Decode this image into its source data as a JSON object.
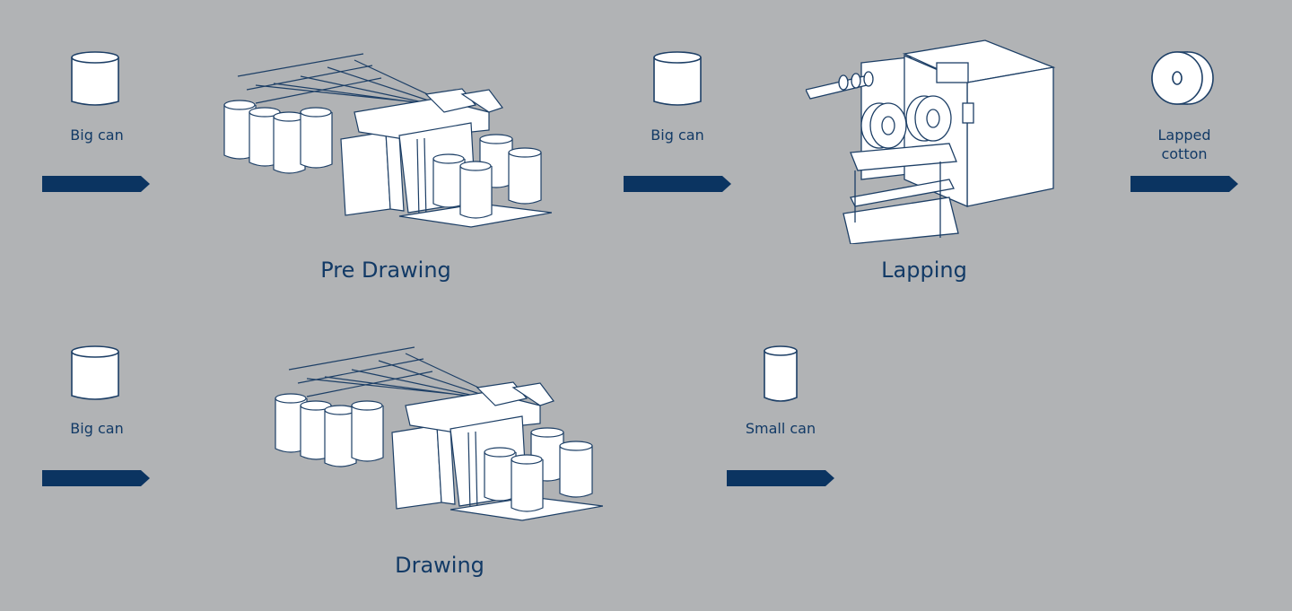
{
  "colors": {
    "background": "#b1b3b5",
    "accent": "#0b3461",
    "line": "#1d3f66",
    "fill": "#ffffff"
  },
  "row1": {
    "input_label": "Big can",
    "process_title": "Pre Drawing",
    "intermediate_label": "Big can",
    "process2_title": "Lapping",
    "output_label": "Lapped\ncotton"
  },
  "row2": {
    "input_label": "Big can",
    "process_title": "Drawing",
    "output_label": "Small can"
  },
  "icons": [
    "can-icon",
    "flow-arrow-icon",
    "drawing-frame-illustration",
    "lap-winder-illustration",
    "cotton-lap-roll-icon"
  ]
}
